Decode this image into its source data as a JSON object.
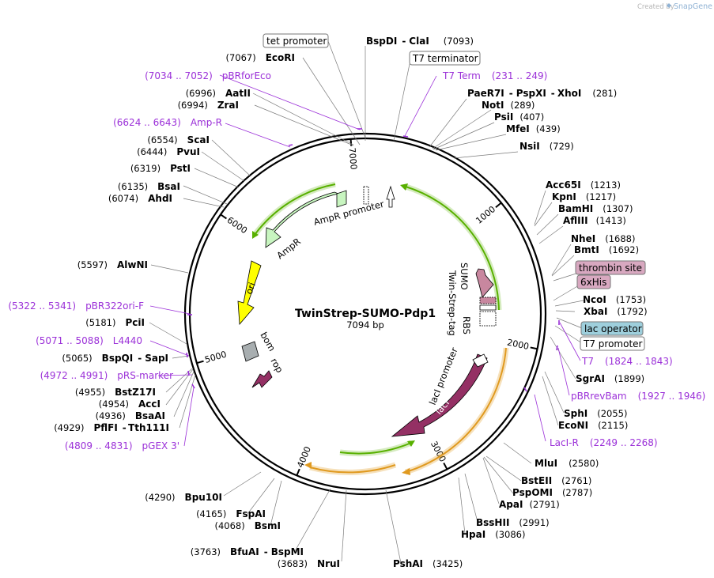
{
  "branding": {
    "created_by": "Created by",
    "app": "SnapGene"
  },
  "plasmid": {
    "name": "TwinStrep-SUMO-Pdp1",
    "size": "7094 bp"
  },
  "ticks": [
    "1000",
    "2000",
    "3000",
    "4000",
    "5000",
    "6000",
    "7000"
  ],
  "sites": [
    {
      "name": "BspDI",
      "sep": "-",
      "name2": "ClaI",
      "pos": "(7093)"
    },
    {
      "name": "PaeR7I",
      "sep": "-",
      "name2": "PspXI",
      "sep2": "-",
      "name3": "XhoI",
      "pos": "(281)"
    },
    {
      "name": "NotI",
      "pos": "(289)"
    },
    {
      "name": "PsiI",
      "pos": "(407)"
    },
    {
      "name": "MfeI",
      "pos": "(439)"
    },
    {
      "name": "NsiI",
      "pos": "(729)"
    },
    {
      "name": "Acc65I",
      "pos": "(1213)"
    },
    {
      "name": "KpnI",
      "pos": "(1217)"
    },
    {
      "name": "BamHI",
      "pos": "(1307)"
    },
    {
      "name": "AflIII",
      "pos": "(1413)"
    },
    {
      "name": "NheI",
      "pos": "(1688)"
    },
    {
      "name": "BmtI",
      "pos": "(1692)"
    },
    {
      "name": "NcoI",
      "pos": "(1753)"
    },
    {
      "name": "XbaI",
      "pos": "(1792)"
    },
    {
      "name": "SgrAI",
      "pos": "(1899)"
    },
    {
      "name": "SphI",
      "pos": "(2055)"
    },
    {
      "name": "EcoNI",
      "pos": "(2115)"
    },
    {
      "name": "MluI",
      "pos": "(2580)"
    },
    {
      "name": "BstEII",
      "pos": "(2761)"
    },
    {
      "name": "PspOMI",
      "pos": "(2787)"
    },
    {
      "name": "ApaI",
      "pos": "(2791)"
    },
    {
      "name": "BssHII",
      "pos": "(2991)"
    },
    {
      "name": "HpaI",
      "pos": "(3086)"
    },
    {
      "name": "PshAI",
      "pos": "(3425)"
    },
    {
      "name": "NruI",
      "pos": "(3683)"
    },
    {
      "name": "BfuAI",
      "sep": "-",
      "name2": "BspMI",
      "pos": "(3763)"
    },
    {
      "name": "BsmI",
      "pos": "(4068)"
    },
    {
      "name": "FspAI",
      "pos": "(4165)"
    },
    {
      "name": "Bpu10I",
      "pos": "(4290)"
    },
    {
      "name": "PflFI",
      "sep": "-",
      "name2": "Tth111I",
      "pos": "(4929)"
    },
    {
      "name": "BsaAI",
      "pos": "(4936)"
    },
    {
      "name": "AccI",
      "pos": "(4954)"
    },
    {
      "name": "BstZ17I",
      "pos": "(4955)"
    },
    {
      "name": "BspQI",
      "sep": "-",
      "name2": "SapI",
      "pos": "(5065)"
    },
    {
      "name": "PciI",
      "pos": "(5181)"
    },
    {
      "name": "AlwNI",
      "pos": "(5597)"
    },
    {
      "name": "AhdI",
      "pos": "(6074)"
    },
    {
      "name": "BsaI",
      "pos": "(6135)"
    },
    {
      "name": "PstI",
      "pos": "(6319)"
    },
    {
      "name": "PvuI",
      "pos": "(6444)"
    },
    {
      "name": "ScaI",
      "pos": "(6554)"
    },
    {
      "name": "ZraI",
      "pos": "(6994)"
    },
    {
      "name": "AatII",
      "pos": "(6996)"
    },
    {
      "name": "EcoRI",
      "pos": "(7067)"
    }
  ],
  "primers": [
    {
      "name": "T7 Term",
      "range": "(231 .. 249)"
    },
    {
      "name": "T7",
      "range": "(1824 .. 1843)"
    },
    {
      "name": "pBRrevBam",
      "range": "(1927 .. 1946)"
    },
    {
      "name": "LacI-R",
      "range": "(2249 .. 2268)"
    },
    {
      "name": "pGEX 3'",
      "range": "(4809 .. 4831)"
    },
    {
      "name": "pRS-marker",
      "range": "(4972 .. 4991)"
    },
    {
      "name": "L4440",
      "range": "(5071 .. 5088)"
    },
    {
      "name": "pBR322ori-F",
      "range": "(5322 .. 5341)"
    },
    {
      "name": "Amp-R",
      "range": "(6624 .. 6643)"
    },
    {
      "name": "pBRforEco",
      "range": "(7034 .. 7052)"
    }
  ],
  "boxes": [
    {
      "label": "tet promoter",
      "fill": "#ffffff"
    },
    {
      "label": "T7 terminator",
      "fill": "#ffffff"
    },
    {
      "label": "thrombin site",
      "fill": "#d8a8c0"
    },
    {
      "label": "6xHis",
      "fill": "#d8a8c0"
    },
    {
      "label": "lac operator",
      "fill": "#9ecfdc"
    },
    {
      "label": "T7 promoter",
      "fill": "#ffffff"
    }
  ],
  "features": {
    "ampr_promoter": "AmpR promoter",
    "ampr": "AmpR",
    "ori": "ori",
    "bom": "bom",
    "rop": "rop",
    "laci_promoter": "lacI promoter",
    "laci": "lacI",
    "sumo": "SUMO",
    "twin_strep": "Twin-Strep-tag",
    "rbs": "RBS"
  },
  "colors": {
    "orf_green": "#58b000",
    "orf_orange": "#e09a20",
    "ampr_fill": "#c8f5c0",
    "ori_fill": "#ffff00",
    "rop_fill": "#943064",
    "laci_fill": "#943064",
    "bom_fill": "#a8aeb0",
    "sumo_fill": "#c8879f",
    "primer": "#9b30d8"
  }
}
